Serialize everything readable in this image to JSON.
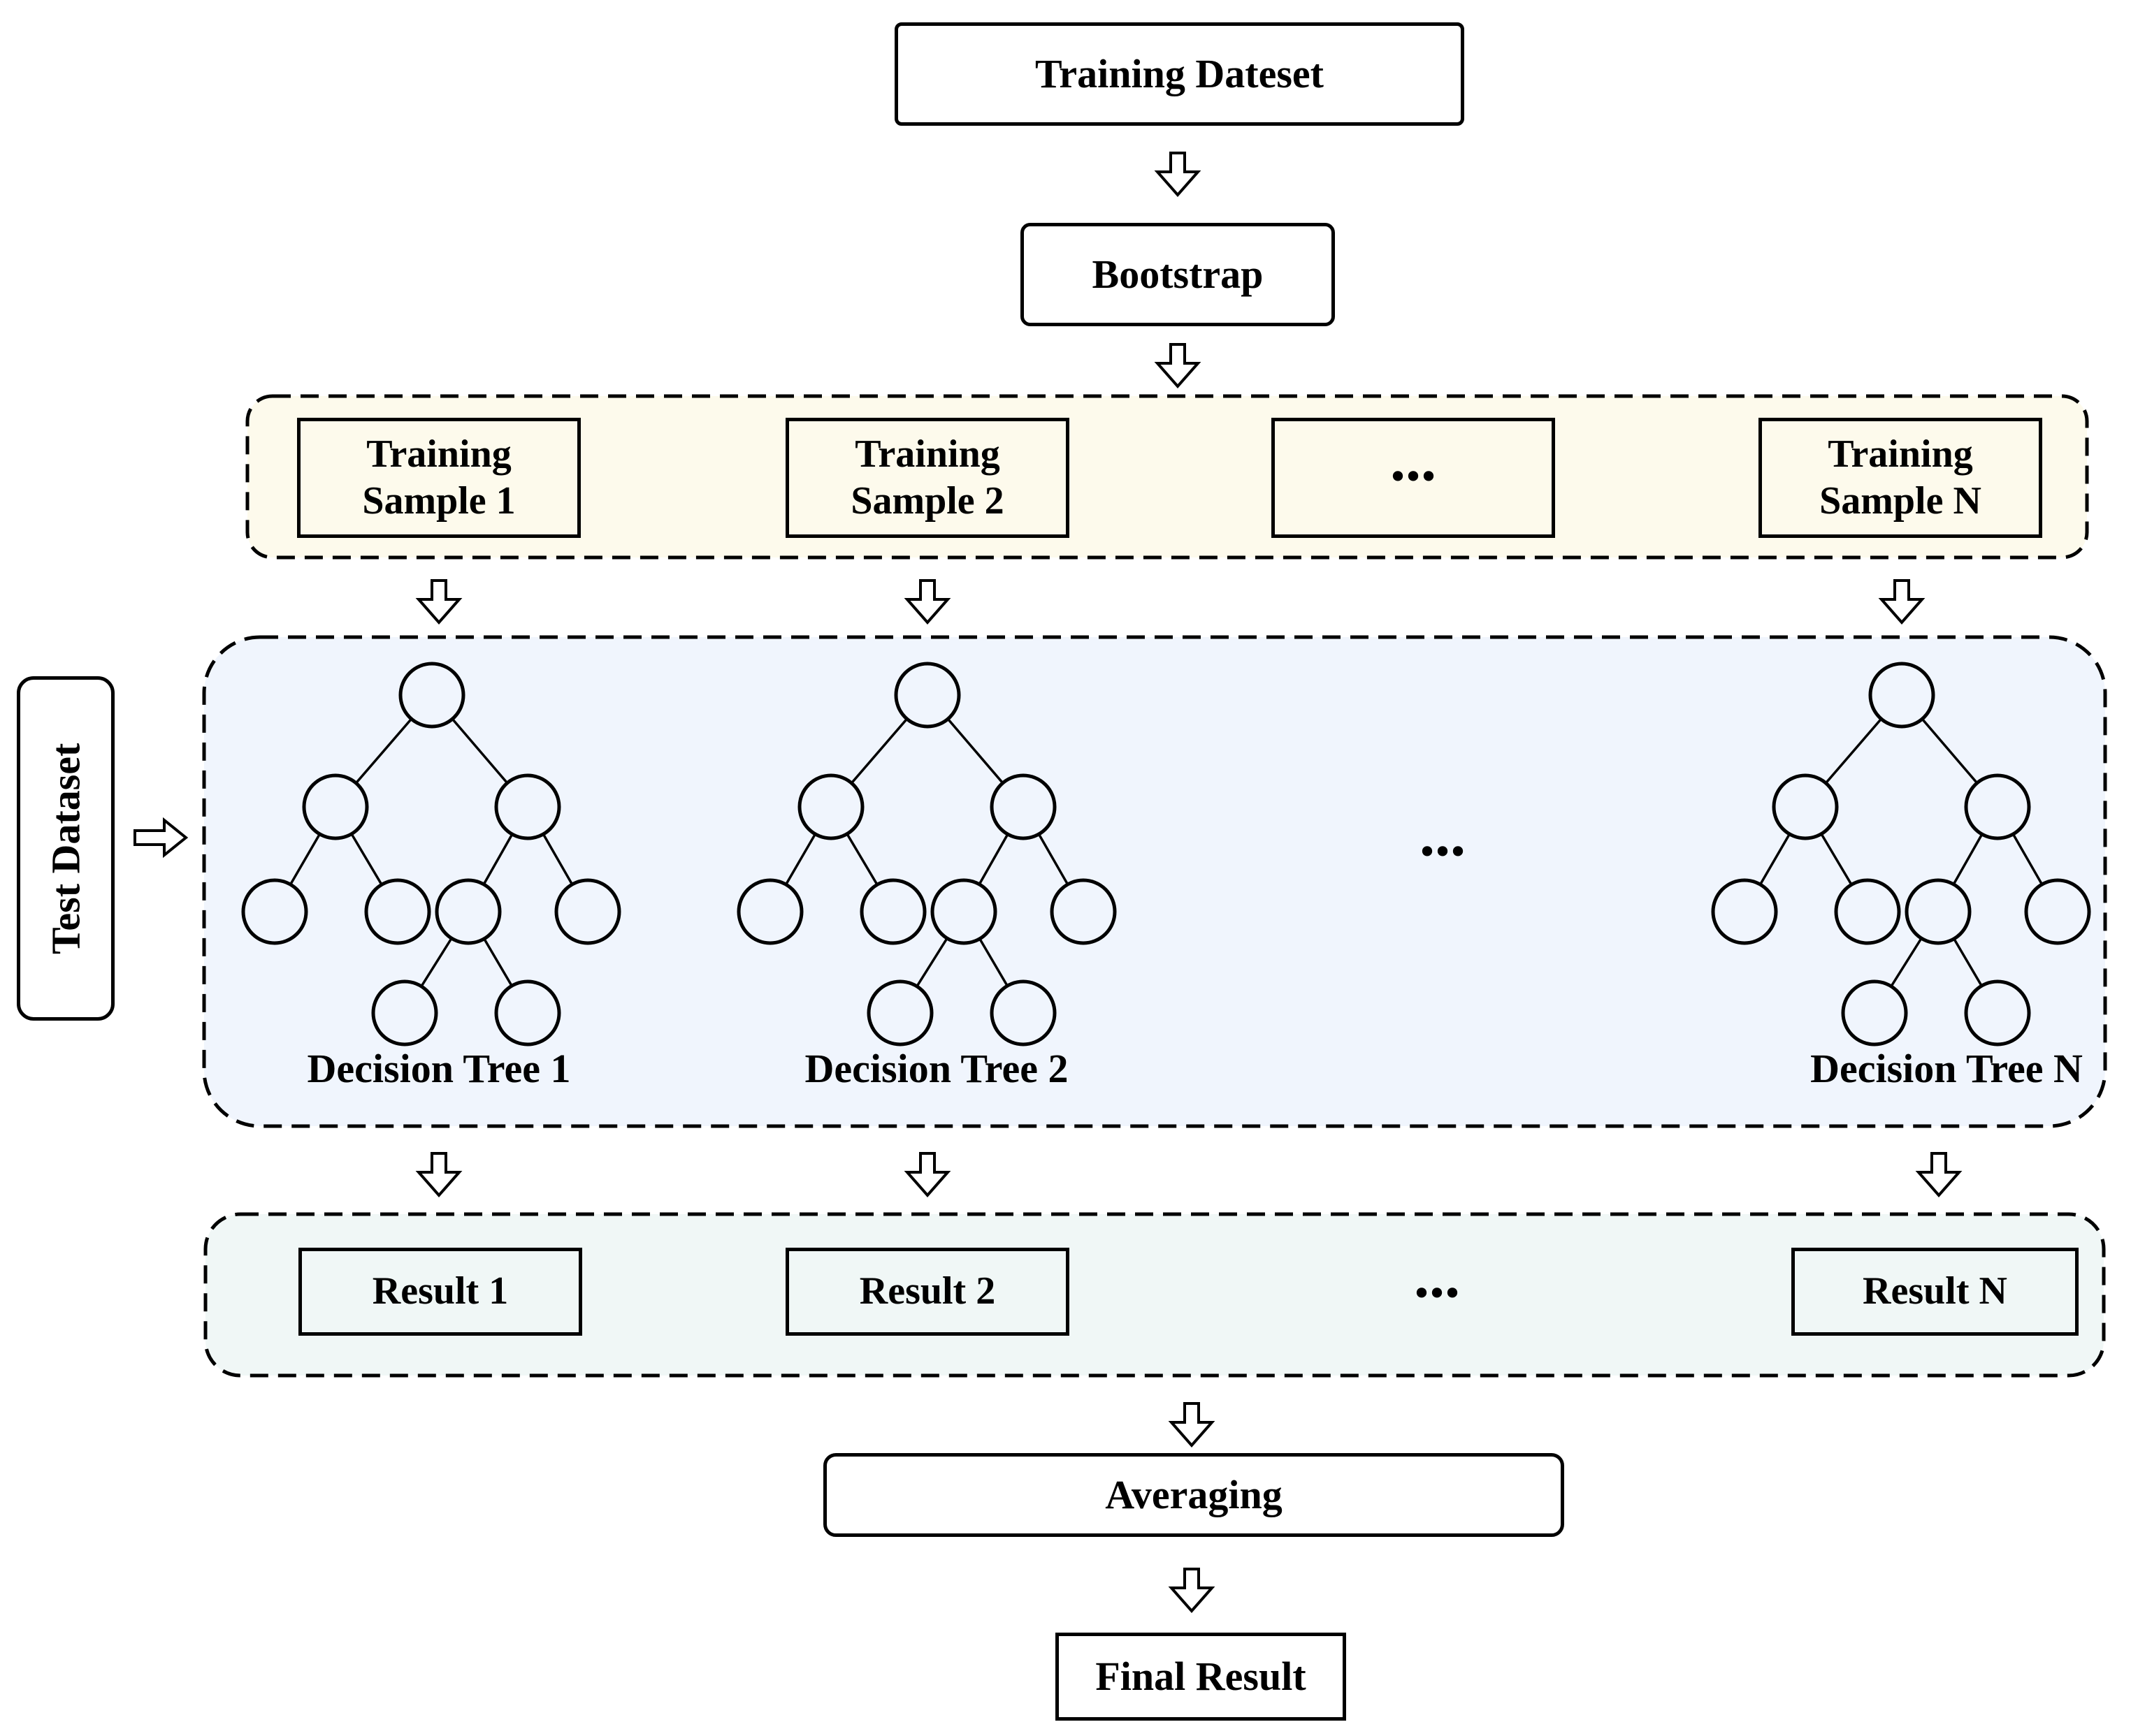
{
  "diagram": {
    "nodes": {
      "training_dataset": "Training Dateset",
      "bootstrap": "Bootstrap",
      "test_dataset": "Test Dataset",
      "averaging": "Averaging",
      "final_result": "Final Result"
    },
    "samples": {
      "item1": {
        "line1": "Training",
        "line2": "Sample 1"
      },
      "item2": {
        "line1": "Training",
        "line2": "Sample 2"
      },
      "ellipsis": "...",
      "itemN": {
        "line1": "Training",
        "line2": "Sample N"
      }
    },
    "trees": {
      "label1": "Decision Tree 1",
      "label2": "Decision Tree 2",
      "labelN": "Decision Tree N",
      "ellipsis": "..."
    },
    "results": {
      "item1": "Result 1",
      "item2": "Result 2",
      "itemN": "Result N",
      "ellipsis": "..."
    },
    "colors": {
      "samples_bg": "#FDFAEC",
      "trees_bg": "#F0F5FD",
      "results_bg": "#F0F7F6",
      "stroke": "#000000"
    }
  }
}
